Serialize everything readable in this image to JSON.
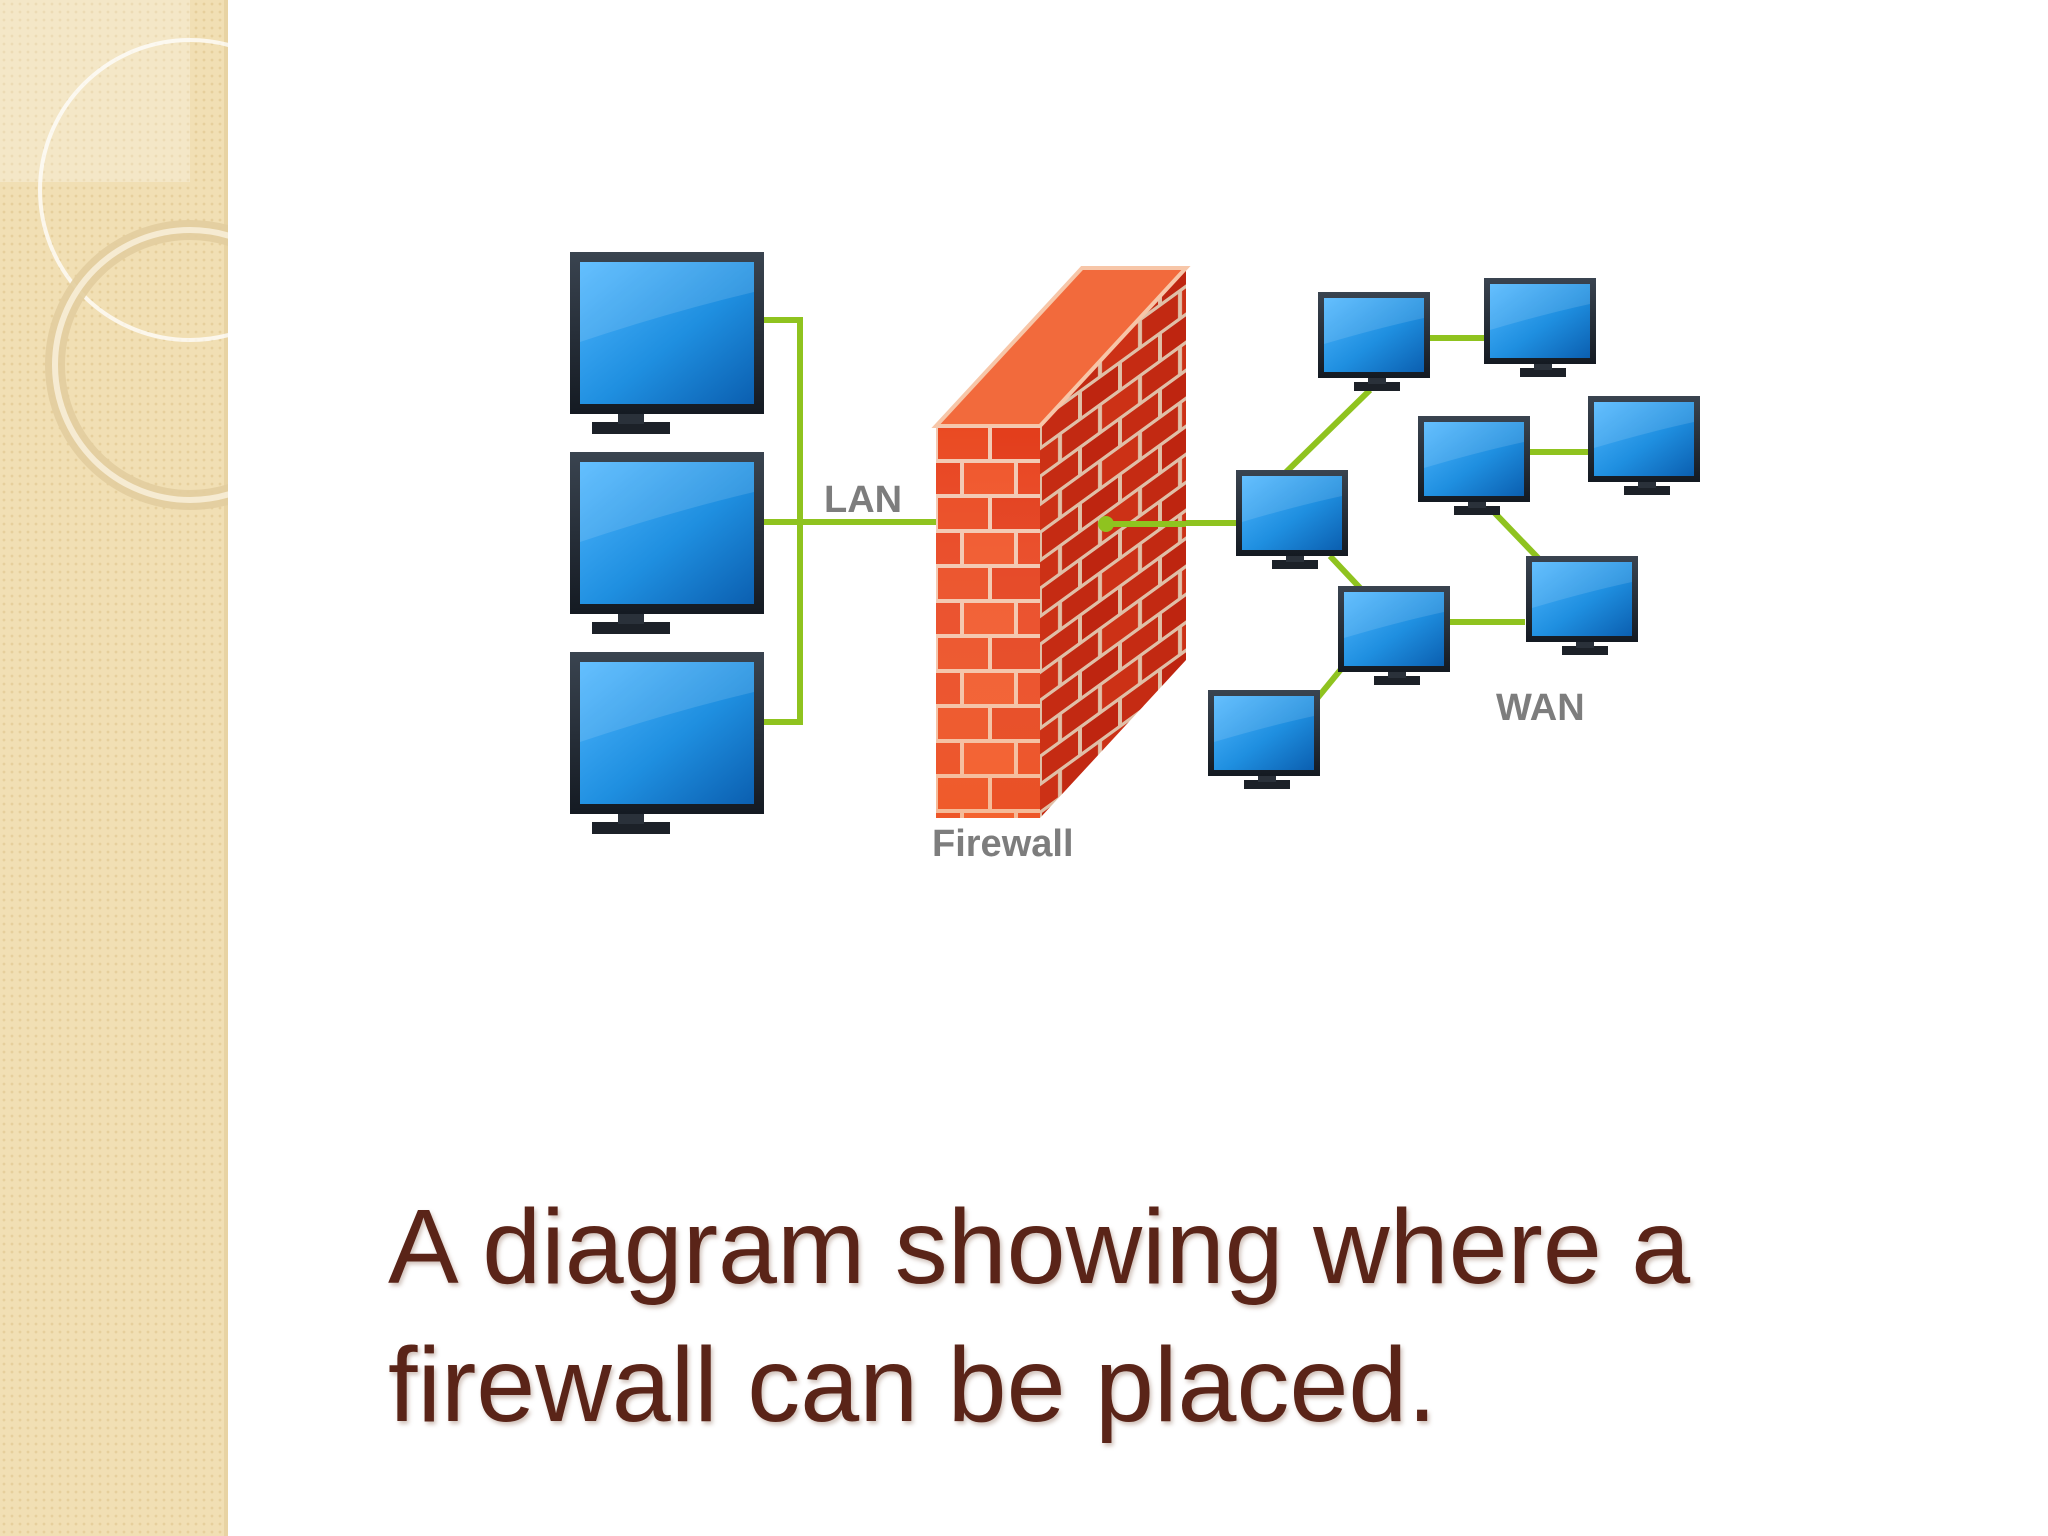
{
  "slide": {
    "caption_lines": [
      "A diagram showing where a",
      "firewall can be placed."
    ],
    "colors": {
      "sidebar": "#f1dfb4",
      "caption_text": "#5a2418",
      "link": "#8fc31f",
      "screen": "#1f8fe0",
      "monitor_frame": "#1e2630",
      "brick": "#e53d1c"
    }
  },
  "diagram": {
    "labels": {
      "lan": "LAN",
      "firewall": "Firewall",
      "wan": "WAN"
    },
    "icons": {
      "workstation": "monitor-icon",
      "firewall": "brick-wall-icon"
    }
  }
}
